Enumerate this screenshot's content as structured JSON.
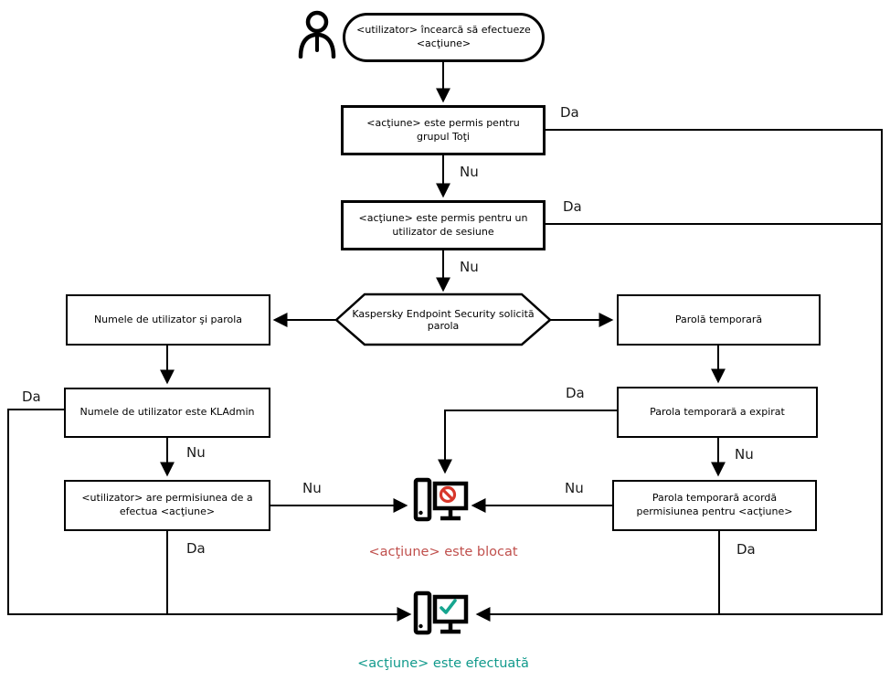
{
  "diagram": {
    "start": {
      "label": "<utilizator> încearcă să efectueze <acţiune>"
    },
    "nodes": {
      "allowed_group": "<acţiune> este permis pentru grupul Toţi",
      "allowed_session": "<acţiune> este permis pentru un utilizator de sesiune",
      "kes_prompt": "Kaspersky Endpoint Security solicită parola",
      "username_password": "Numele de utilizator şi parola",
      "temp_password": "Parolă temporară",
      "username_is_kladmin": "Numele de utilizator este KLAdmin",
      "user_has_permission": "<utilizator> are permisiunea de a efectua <acţiune>",
      "temp_password_expired": "Parola temporară a expirat",
      "temp_password_grants": "Parola temporară acordă permisiunea pentru <acţiune>"
    },
    "labels": {
      "yes": "Da",
      "no": "Nu"
    },
    "outcomes": {
      "blocked": "<acţiune> este blocat",
      "done": "<acţiune> este efectuată"
    },
    "icons": {
      "start": "user-icon",
      "blocked": "blocked-computer-icon",
      "done": "done-computer-icon"
    },
    "colors": {
      "blocked_text": "#c0504d",
      "done_text": "#119a8c",
      "badge_blocked": "#d8372b",
      "badge_done": "#16a58f",
      "line": "#000000"
    }
  }
}
